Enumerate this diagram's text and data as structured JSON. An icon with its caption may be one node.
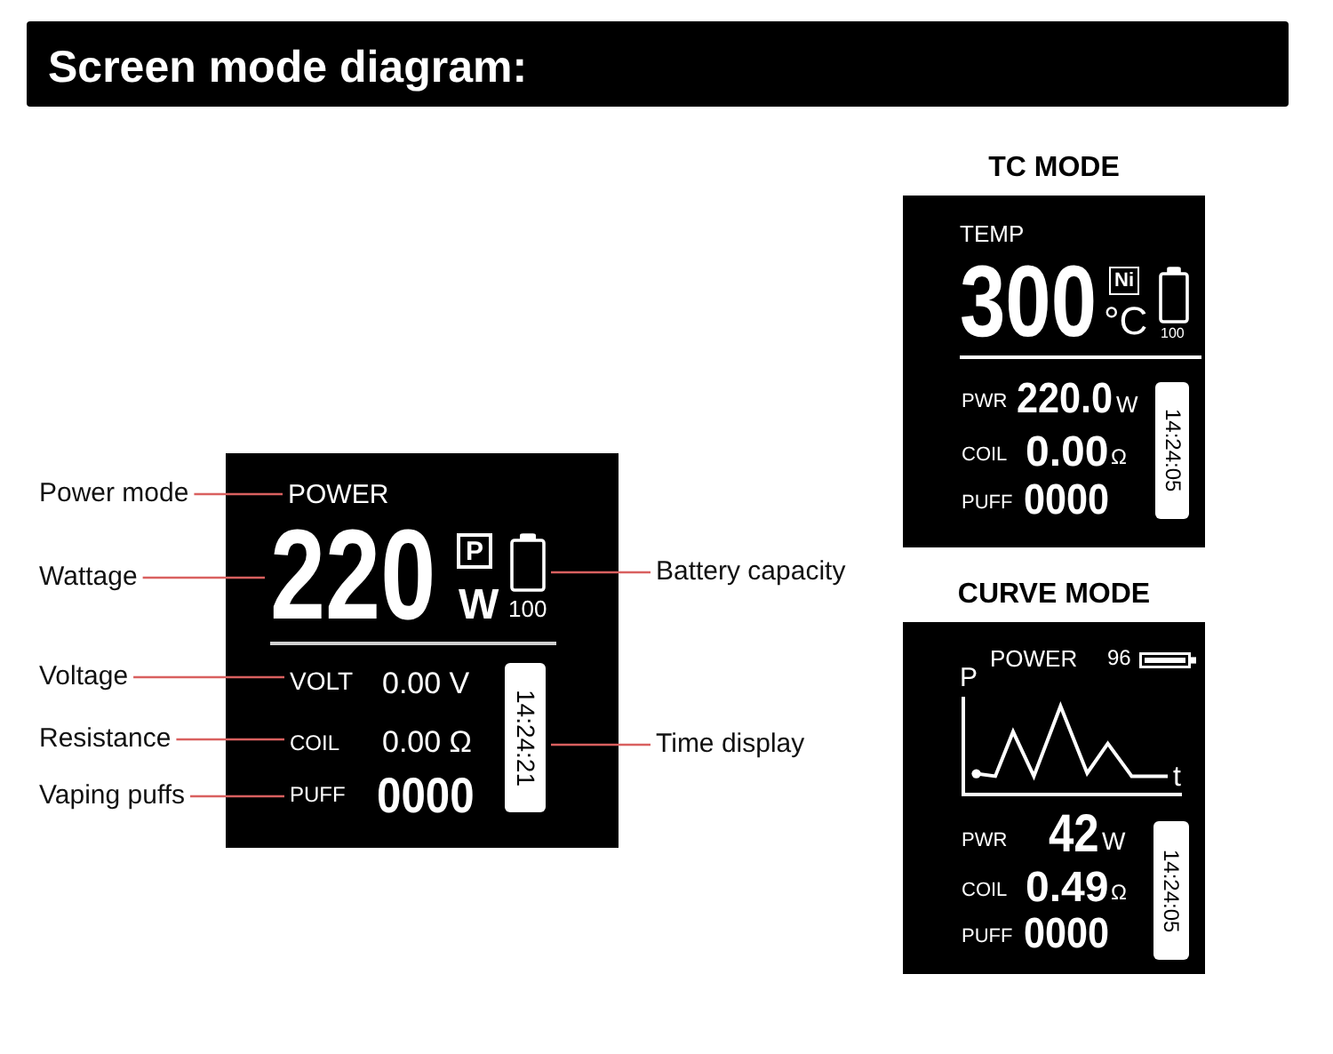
{
  "diagram": {
    "title": "Screen mode diagram:",
    "nodes": [
      {
        "text": [
          "Power mode"
        ]
      },
      {
        "text": [
          "Wattage"
        ]
      },
      {
        "text": [
          "Voltage"
        ]
      },
      {
        "text": [
          "Resistance"
        ]
      },
      {
        "text": [
          "Vaping puffs"
        ]
      },
      {
        "text": [],
        "shape": "box"
      },
      {
        "text": [
          "POWER"
        ],
        "in": 5
      },
      {
        "text": [
          "220"
        ],
        "in": 5
      },
      {
        "text": [
          "P"
        ],
        "in": 5
      },
      {
        "text": [],
        "shape": "box",
        "in": 5,
        "beside": [
          "100"
        ]
      },
      {
        "text": [
          "VOLT"
        ],
        "in": 5
      },
      {
        "text": [
          "COIL"
        ],
        "in": 5
      },
      {
        "text": [
          "PUFF"
        ],
        "in": 5
      },
      {
        "text": [
          "14:24:21"
        ],
        "in": 5
      },
      {
        "text": [
          "Battery capacity"
        ]
      },
      {
        "text": [
          "Time display"
        ]
      },
      {
        "text": [
          "TC MODE"
        ]
      },
      {
        "text": [
          "Ni"
        ],
        "in": 16
      },
      {
        "text": [
          "14:24:05"
        ],
        "in": 16
      },
      {
        "text": [
          "CURVE MODE"
        ]
      },
      {
        "text": [
          "14:24:05"
        ],
        "in": 19
      }
    ],
    "edges": [
      {
        "from": 0,
        "to": 6,
        "arrow": "none"
      },
      {
        "from": 1,
        "to": 7,
        "arrow": "none"
      },
      {
        "from": 2,
        "to": 10,
        "arrow": "none"
      },
      {
        "from": 3,
        "to": 11,
        "arrow": "none"
      },
      {
        "from": 4,
        "to": 12,
        "arrow": "none"
      },
      {
        "from": 14,
        "to": 9,
        "arrow": "none"
      },
      {
        "from": 15,
        "to": 13,
        "arrow": "none"
      }
    ],
    "labels": [
      "W",
      "0.00 V",
      "0.00 Ω",
      "0000",
      "TEMP",
      "300",
      "°C",
      "100",
      "PWR",
      "220.0",
      "W",
      "COIL",
      "0.00",
      "Ω",
      "PUFF",
      "0000",
      "POWER",
      "96",
      "P",
      "t",
      "PWR",
      "42",
      "W",
      "COIL",
      "0.49",
      "Ω",
      "PUFF",
      "0000"
    ]
  }
}
